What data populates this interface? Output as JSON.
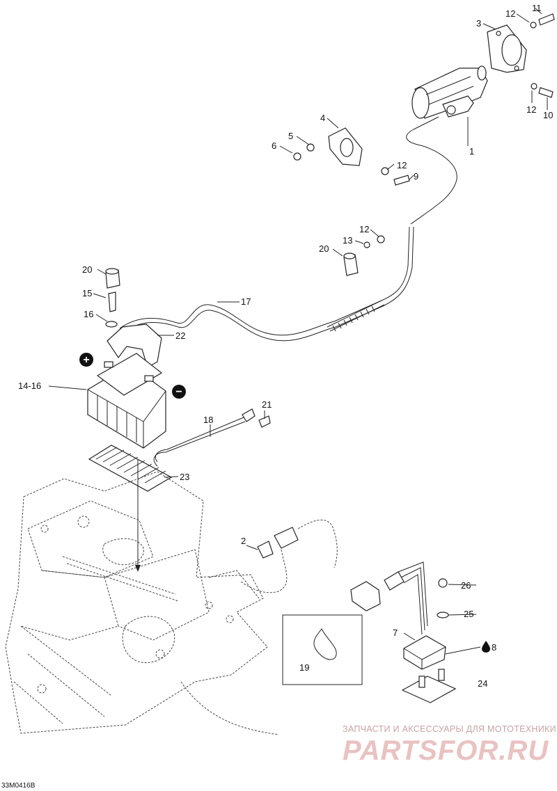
{
  "diagram": {
    "drawing_code": "33M0416B",
    "callouts": [
      {
        "id": "c1",
        "text": "1"
      },
      {
        "id": "c2",
        "text": "2"
      },
      {
        "id": "c3",
        "text": "3"
      },
      {
        "id": "c4",
        "text": "4"
      },
      {
        "id": "c5",
        "text": "5"
      },
      {
        "id": "c6",
        "text": "6"
      },
      {
        "id": "c7",
        "text": "7"
      },
      {
        "id": "c8",
        "text": "8"
      },
      {
        "id": "c9",
        "text": "9"
      },
      {
        "id": "c10",
        "text": "10"
      },
      {
        "id": "c11",
        "text": "11"
      },
      {
        "id": "c12a",
        "text": "12"
      },
      {
        "id": "c12b",
        "text": "12"
      },
      {
        "id": "c12c",
        "text": "12"
      },
      {
        "id": "c12d",
        "text": "12"
      },
      {
        "id": "c13",
        "text": "13"
      },
      {
        "id": "c14",
        "text": "14-16"
      },
      {
        "id": "c15",
        "text": "15"
      },
      {
        "id": "c16",
        "text": "16"
      },
      {
        "id": "c17",
        "text": "17"
      },
      {
        "id": "c18",
        "text": "18"
      },
      {
        "id": "c19",
        "text": "19"
      },
      {
        "id": "c20a",
        "text": "20"
      },
      {
        "id": "c20b",
        "text": "20"
      },
      {
        "id": "c21",
        "text": "21"
      },
      {
        "id": "c22",
        "text": "22"
      },
      {
        "id": "c23",
        "text": "23"
      },
      {
        "id": "c24",
        "text": "24"
      },
      {
        "id": "c25",
        "text": "25"
      },
      {
        "id": "c26",
        "text": "26"
      }
    ],
    "battery_positive_symbol": "+",
    "battery_negative_symbol": "−"
  },
  "watermark": {
    "tagline": "ЗАПЧАСТИ И АКСЕССУАРЫ ДЛЯ МОТОТЕХНИКИ",
    "logo": "PARTSFOR.RU",
    "color": "#e9c2c2"
  }
}
